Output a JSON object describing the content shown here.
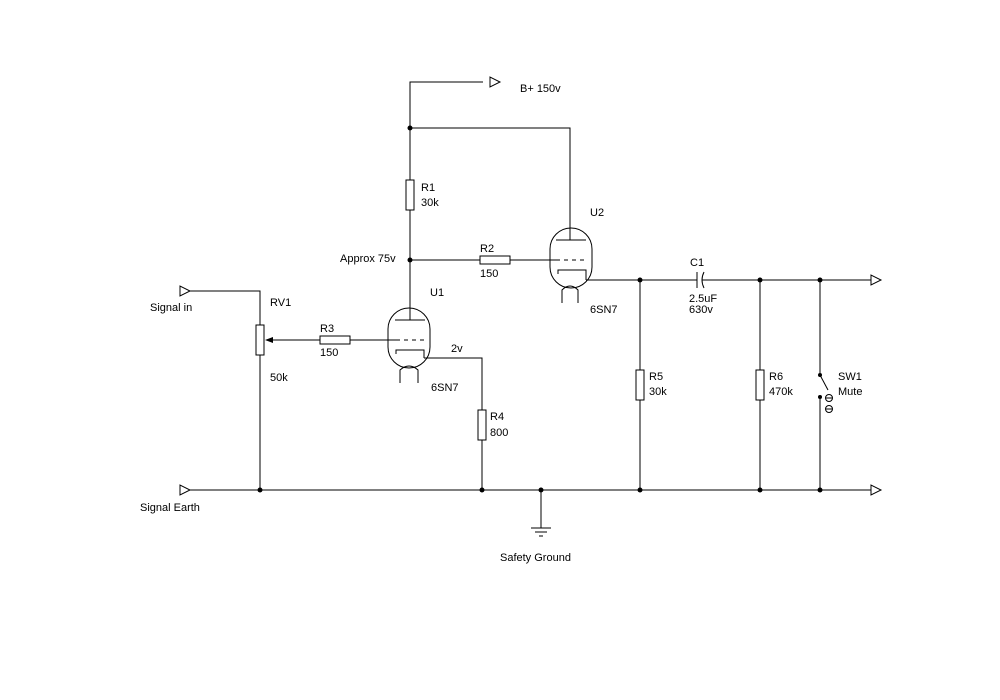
{
  "labels": {
    "supply": "B+ 150v",
    "node_anode": "Approx 75v",
    "node_cathode": "2v",
    "signal_in": "Signal in",
    "signal_earth": "Signal Earth",
    "safety_ground": "Safety Ground"
  },
  "components": {
    "r1": {
      "ref": "R1",
      "value": "30k"
    },
    "r2": {
      "ref": "R2",
      "value": "150"
    },
    "r3": {
      "ref": "R3",
      "value": "150"
    },
    "r4": {
      "ref": "R4",
      "value": "800"
    },
    "r5": {
      "ref": "R5",
      "value": "30k"
    },
    "r6": {
      "ref": "R6",
      "value": "470k"
    },
    "rv1": {
      "ref": "RV1",
      "value": "50k"
    },
    "c1": {
      "ref": "C1",
      "value": "2.5uF",
      "rating": "630v"
    },
    "u1": {
      "ref": "U1",
      "type": "6SN7"
    },
    "u2": {
      "ref": "U2",
      "type": "6SN7"
    },
    "sw1": {
      "ref": "SW1",
      "function": "Mute"
    }
  }
}
